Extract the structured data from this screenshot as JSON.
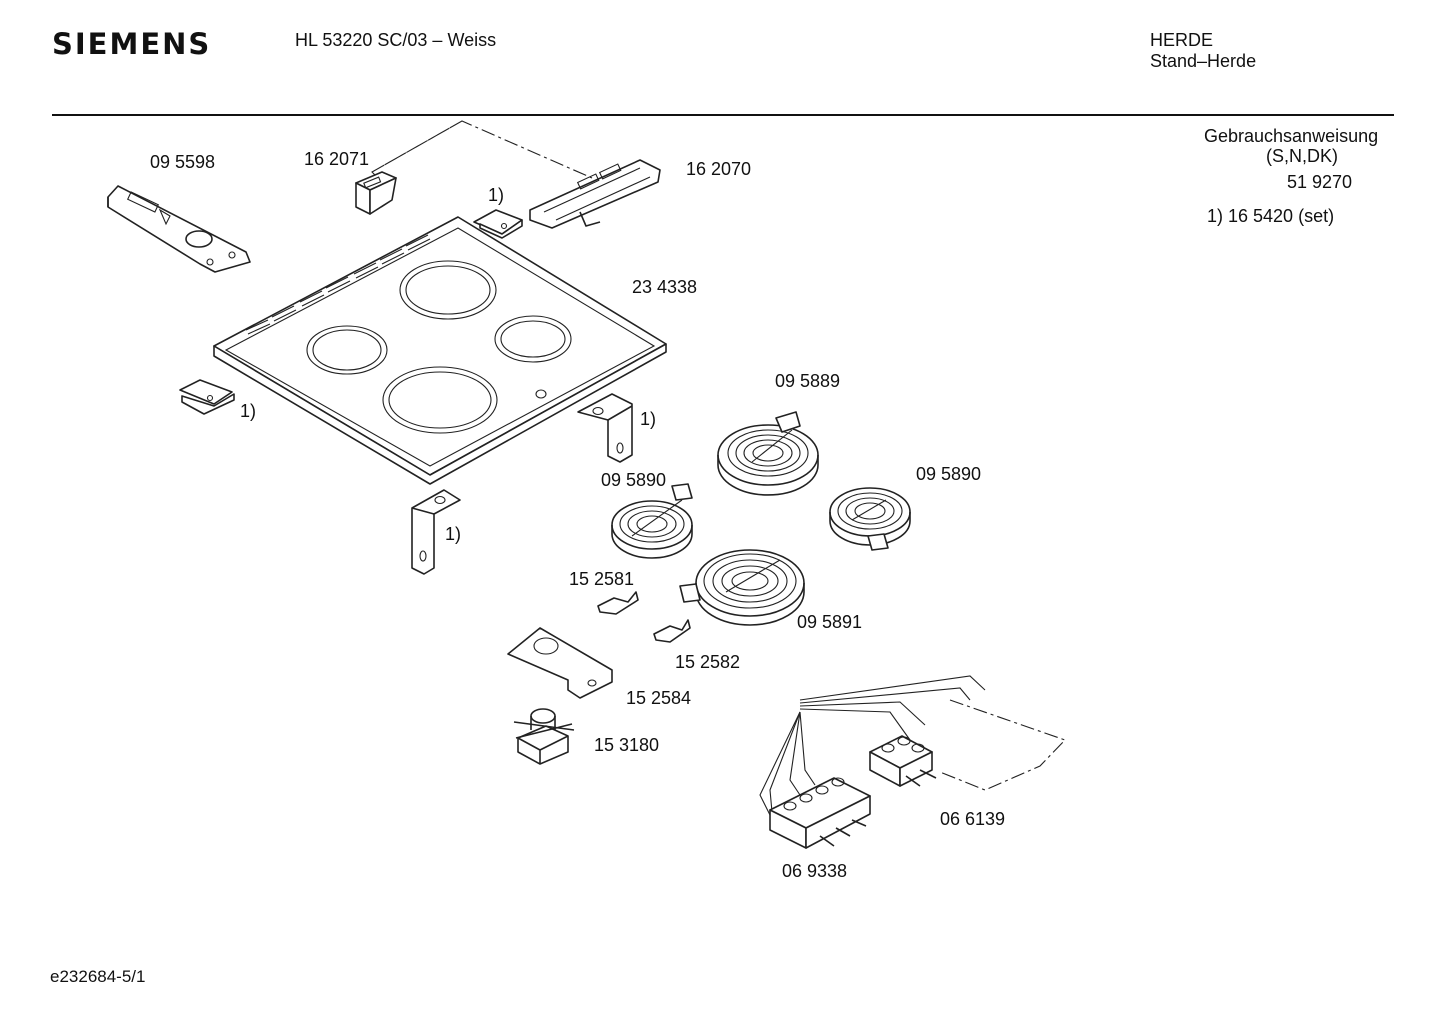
{
  "header": {
    "brand": "SIEMENS",
    "model": "HL 53220 SC/03 – Weiss",
    "category": "HERDE",
    "subcategory": "Stand–Herde"
  },
  "manual": {
    "title": "Gebrauchsanweisung",
    "languages": "(S,N,DK)",
    "part_no": "51 9270",
    "set_note": "1) 16 5420 (set)"
  },
  "parts": {
    "p095598": "09 5598",
    "p162071": "16 2071",
    "p162070": "16 2070",
    "p234338": "23 4338",
    "p095889": "09 5889",
    "p095890a": "09 5890",
    "p095890b": "09 5890",
    "p095891": "09 5891",
    "p152581": "15 2581",
    "p152582": "15 2582",
    "p152584": "15 2584",
    "p153180": "15 3180",
    "p066139": "06 6139",
    "p069338": "06 9338"
  },
  "set_marker": "1)",
  "footer": {
    "doc_id": "e232684-5/1"
  }
}
